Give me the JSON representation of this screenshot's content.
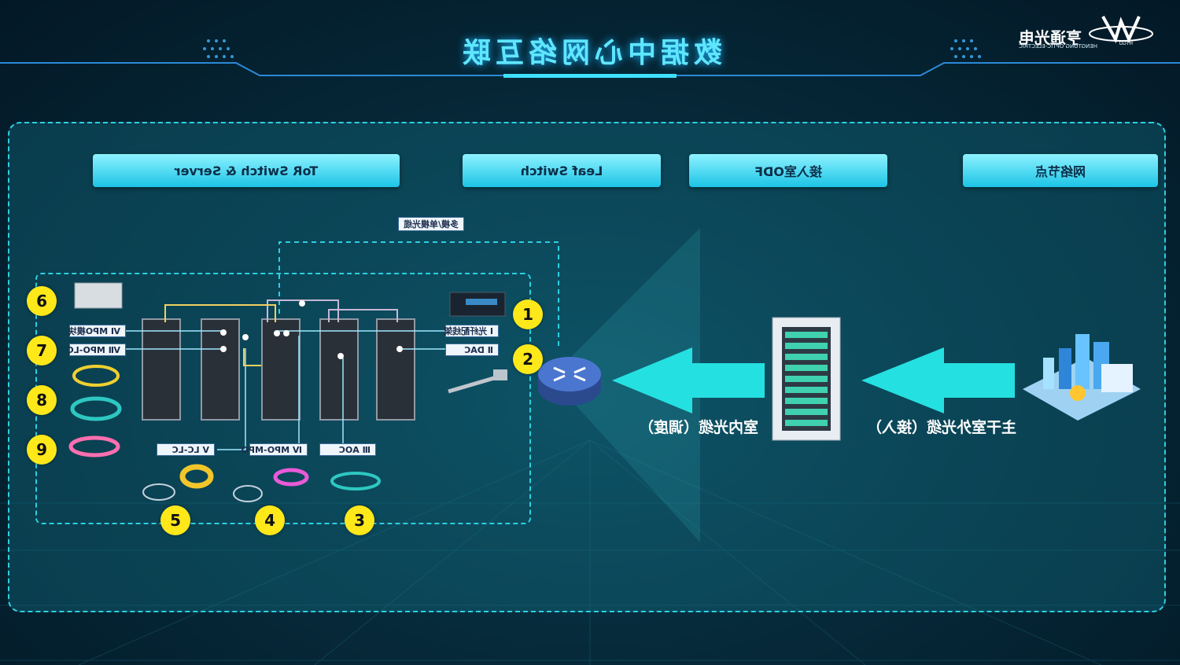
{
  "page": {
    "title": "数据中心网络互联"
  },
  "brand": {
    "name": "亨通光电",
    "subtitle": "HENGTONG OPTIC-ELECTRIC"
  },
  "stages": [
    {
      "label": "网络节点"
    },
    {
      "label": "接入室ODF"
    },
    {
      "label": "Leaf Switch"
    },
    {
      "label": "ToR Switch & Server"
    }
  ],
  "captions": {
    "outdoor": "主干室外光缆（接入）",
    "indoor": "室内光缆（调度）",
    "multimode": "多模/单模光缆"
  },
  "products": [
    {
      "label": "Ⅰ 光纤配线架",
      "badge": "1"
    },
    {
      "label": "Ⅱ DAC",
      "badge": "2"
    },
    {
      "label": "Ⅲ AOC",
      "badge": "3"
    },
    {
      "label": "Ⅳ MPO-MPO",
      "badge": "4"
    },
    {
      "label": "Ⅴ LC-LC",
      "badge": "5"
    },
    {
      "label": "Ⅵ MPO模块",
      "badge": "6"
    },
    {
      "label": "Ⅶ MPO-LC",
      "badge": "7"
    },
    {
      "badge": "8"
    },
    {
      "badge": "9"
    }
  ],
  "colors": {
    "accent": "#5fe6ff",
    "panel_border": "#2bd0e0",
    "badge": "#ffe81a",
    "arrow": "#25e0e0"
  }
}
